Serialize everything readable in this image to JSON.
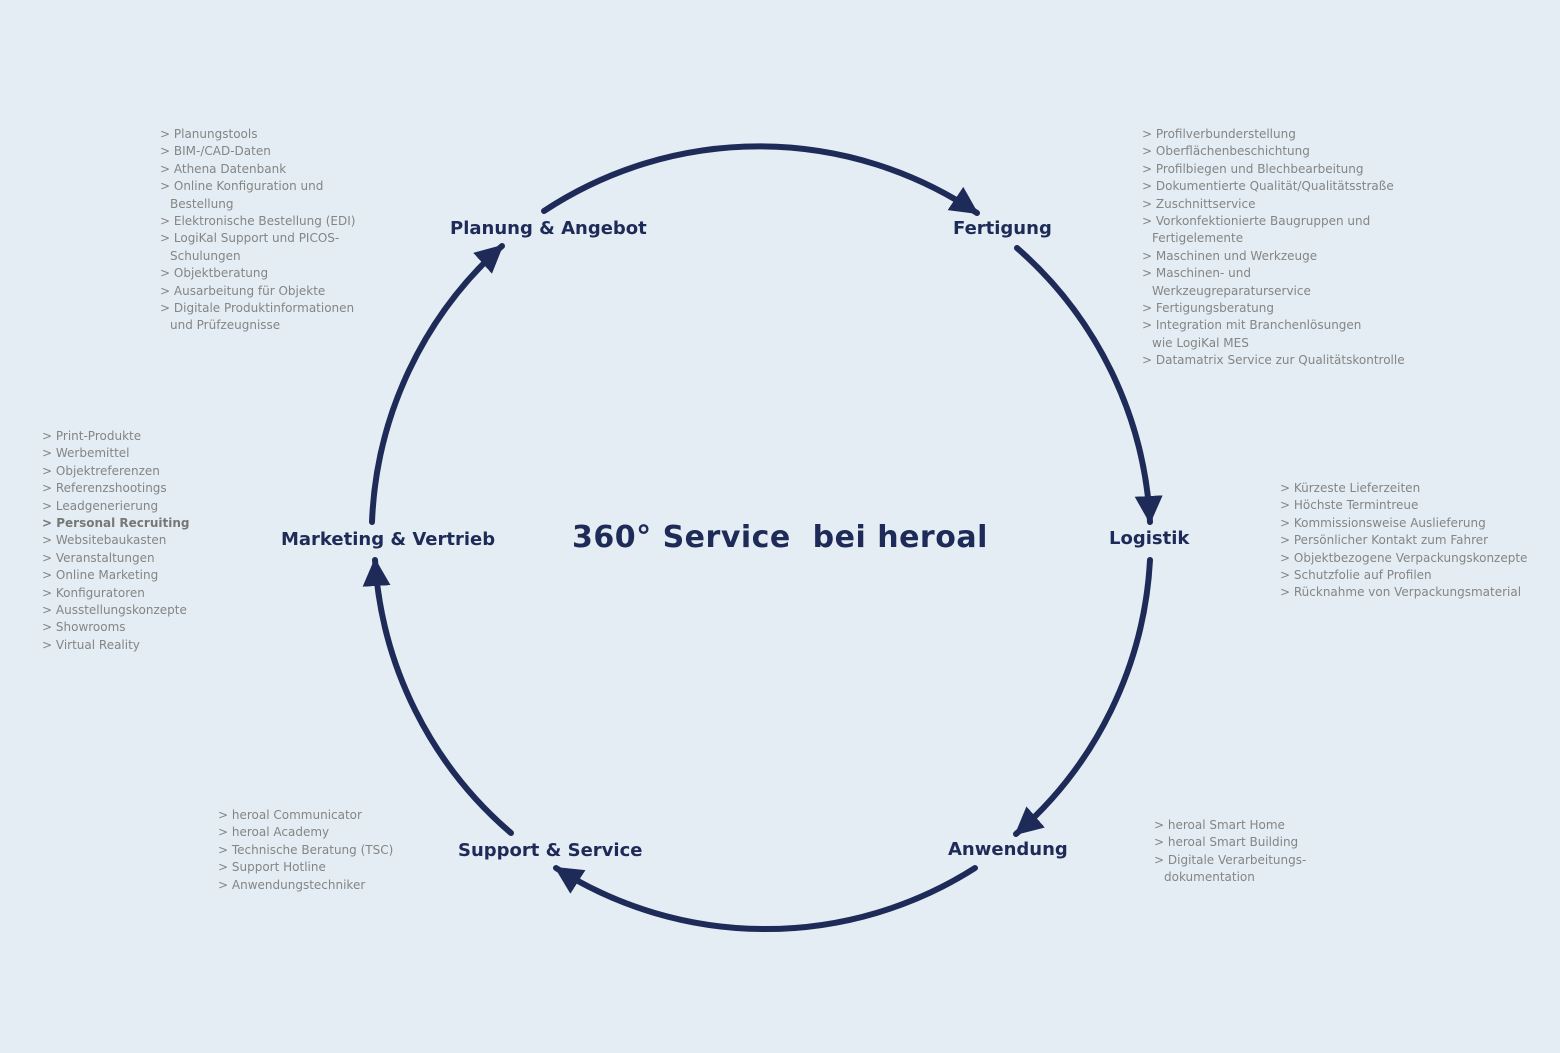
{
  "title": "360° Service  bei heroal",
  "colors": {
    "background": "#e4edf3",
    "accent": "#1e2b58",
    "text_muted": "#858585"
  },
  "stages": [
    {
      "id": "planung",
      "label": "Planung & Angebot"
    },
    {
      "id": "fertigung",
      "label": "Fertigung"
    },
    {
      "id": "logistik",
      "label": "Logistik"
    },
    {
      "id": "anwendung",
      "label": "Anwendung"
    },
    {
      "id": "support",
      "label": "Support & Service"
    },
    {
      "id": "marketing",
      "label": "Marketing & Vertrieb"
    }
  ],
  "lists": {
    "planung": [
      [
        "Planungstools"
      ],
      [
        "BIM-/CAD-Daten"
      ],
      [
        "Athena Datenbank"
      ],
      [
        "Online Konfiguration und",
        "Bestellung"
      ],
      [
        "Elektronische Bestellung (EDI)"
      ],
      [
        "LogiKal Support und PICOS-",
        "Schulungen"
      ],
      [
        "Objektberatung"
      ],
      [
        "Ausarbeitung für Objekte"
      ],
      [
        "Digitale Produktinformationen",
        "und Prüfzeugnisse"
      ]
    ],
    "fertigung": [
      [
        "Profilverbunderstellung"
      ],
      [
        "Oberflächenbeschichtung"
      ],
      [
        "Profilbiegen und Blechbearbeitung"
      ],
      [
        "Dokumentierte Qualität/Qualitätsstraße"
      ],
      [
        "Zuschnittservice"
      ],
      [
        "Vorkonfektionierte Baugruppen und",
        "Fertigelemente"
      ],
      [
        "Maschinen und Werkzeuge"
      ],
      [
        "Maschinen- und",
        "Werkzeugreparaturservice"
      ],
      [
        "Fertigungsberatung"
      ],
      [
        "Integration mit Branchenlösungen",
        "wie LogiKal MES"
      ],
      [
        "Datamatrix Service zur Qualitätskontrolle"
      ]
    ],
    "logistik": [
      [
        "Kürzeste Lieferzeiten"
      ],
      [
        "Höchste Termintreue"
      ],
      [
        "Kommissionsweise Auslieferung"
      ],
      [
        "Persönlicher Kontakt zum Fahrer"
      ],
      [
        "Objektbezogene Verpackungskonzepte"
      ],
      [
        "Schutzfolie auf Profilen"
      ],
      [
        "Rücknahme von Verpackungsmaterial"
      ]
    ],
    "anwendung": [
      [
        "heroal Smart Home"
      ],
      [
        "heroal Smart Building"
      ],
      [
        "Digitale Verarbeitungs-",
        "dokumentation"
      ]
    ],
    "support": [
      [
        "heroal Communicator"
      ],
      [
        "heroal Academy"
      ],
      [
        "Technische Beratung (TSC)"
      ],
      [
        "Support Hotline"
      ],
      [
        "Anwendungstechniker"
      ]
    ],
    "marketing": [
      [
        "Print-Produkte"
      ],
      [
        "Werbemittel"
      ],
      [
        "Objektreferenzen"
      ],
      [
        "Referenzshootings"
      ],
      [
        "Leadgenerierung"
      ],
      [
        "Personal Recruiting"
      ],
      [
        "Websitebaukasten"
      ],
      [
        "Veranstaltungen"
      ],
      [
        "Online Marketing"
      ],
      [
        "Konfiguratoren"
      ],
      [
        "Ausstellungskonzepte"
      ],
      [
        "Showrooms"
      ],
      [
        "Virtual Reality"
      ]
    ]
  }
}
